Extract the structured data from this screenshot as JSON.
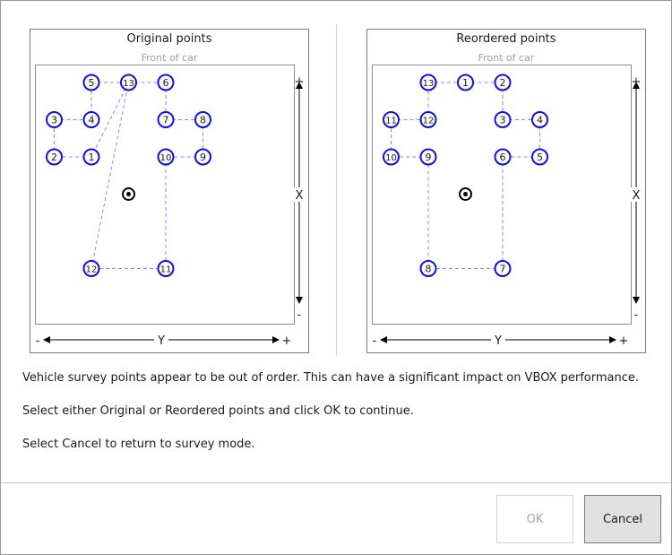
{
  "panels": [
    {
      "title": "Original points",
      "front_label": "Front of car",
      "axes": {
        "x_label": "X",
        "y_label": "Y",
        "plus": "+",
        "minus": "-"
      },
      "points": [
        {
          "label": "1",
          "y": 0,
          "x": 0
        },
        {
          "label": "2",
          "y": -1,
          "x": 0
        },
        {
          "label": "3",
          "y": -1,
          "x": 1
        },
        {
          "label": "4",
          "y": 0,
          "x": 1
        },
        {
          "label": "5",
          "y": 0,
          "x": 2
        },
        {
          "label": "13",
          "y": 1,
          "x": 2
        },
        {
          "label": "6",
          "y": 2,
          "x": 2
        },
        {
          "label": "7",
          "y": 2,
          "x": 1
        },
        {
          "label": "8",
          "y": 3,
          "x": 1
        },
        {
          "label": "9",
          "y": 3,
          "x": 0
        },
        {
          "label": "10",
          "y": 2,
          "x": 0
        },
        {
          "label": "11",
          "y": 2,
          "x": -3
        },
        {
          "label": "12",
          "y": 0,
          "x": -3
        }
      ],
      "links": [
        [
          0,
          1
        ],
        [
          1,
          2
        ],
        [
          2,
          3
        ],
        [
          3,
          4
        ],
        [
          4,
          5
        ],
        [
          5,
          6
        ],
        [
          6,
          7
        ],
        [
          7,
          8
        ],
        [
          8,
          9
        ],
        [
          9,
          10
        ],
        [
          10,
          11
        ],
        [
          11,
          12
        ],
        [
          12,
          5
        ],
        [
          5,
          0
        ]
      ],
      "center": {
        "y": 1,
        "x": -1
      }
    },
    {
      "title": "Reordered points",
      "front_label": "Front of car",
      "axes": {
        "x_label": "X",
        "y_label": "Y",
        "plus": "+",
        "minus": "-"
      },
      "points": [
        {
          "label": "1",
          "y": 1,
          "x": 2
        },
        {
          "label": "2",
          "y": 2,
          "x": 2
        },
        {
          "label": "3",
          "y": 2,
          "x": 1
        },
        {
          "label": "4",
          "y": 3,
          "x": 1
        },
        {
          "label": "5",
          "y": 3,
          "x": 0
        },
        {
          "label": "6",
          "y": 2,
          "x": 0
        },
        {
          "label": "7",
          "y": 2,
          "x": -3
        },
        {
          "label": "8",
          "y": 0,
          "x": -3
        },
        {
          "label": "9",
          "y": 0,
          "x": 0
        },
        {
          "label": "10",
          "y": -1,
          "x": 0
        },
        {
          "label": "11",
          "y": -1,
          "x": 1
        },
        {
          "label": "12",
          "y": 0,
          "x": 1
        },
        {
          "label": "13",
          "y": 0,
          "x": 2
        }
      ],
      "links": [
        [
          0,
          1
        ],
        [
          1,
          2
        ],
        [
          2,
          3
        ],
        [
          3,
          4
        ],
        [
          4,
          5
        ],
        [
          5,
          6
        ],
        [
          6,
          7
        ],
        [
          7,
          8
        ],
        [
          8,
          9
        ],
        [
          9,
          10
        ],
        [
          10,
          11
        ],
        [
          11,
          12
        ],
        [
          12,
          0
        ]
      ],
      "center": {
        "y": 1,
        "x": -1
      }
    }
  ],
  "messages": [
    "Vehicle survey points appear to be out of order.  This can have a significant impact on VBOX performance.",
    "Select either Original or Reordered points and click OK to continue.",
    "Select Cancel to return to survey mode."
  ],
  "buttons": {
    "ok_label": "OK",
    "cancel_label": "Cancel",
    "ok_enabled": false
  },
  "colors": {
    "point_stroke": "#1010e0",
    "link": "#8a8ae8",
    "center": "#000000"
  }
}
